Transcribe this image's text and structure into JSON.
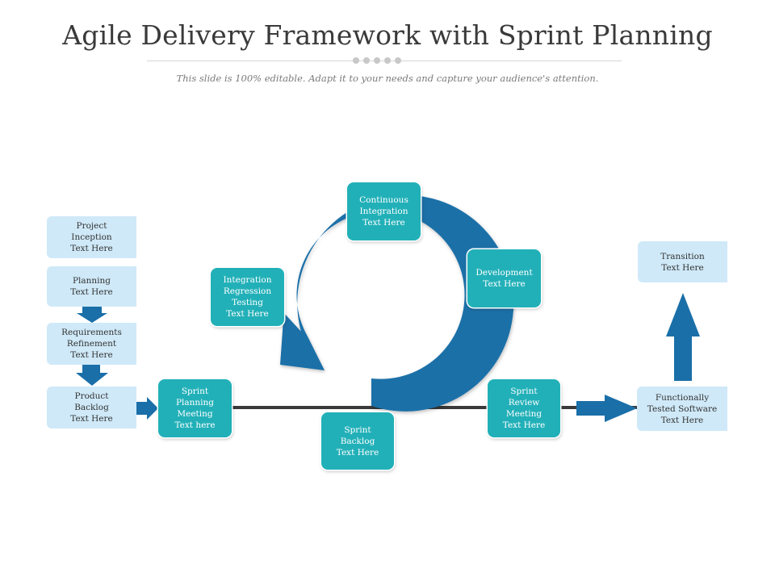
{
  "title": "Agile Delivery Framework with Sprint Planning",
  "subtitle": "This slide is 100% editable. Adapt it to your needs and capture your audience's attention.",
  "colors": {
    "cycle_blue": "#1a6fa8",
    "teal_box": "#22b0b8",
    "light_box": "#cfe9f8",
    "timeline": "#3a3a3a"
  },
  "left_steps": [
    {
      "text": "Project\nInception\nText Here"
    },
    {
      "text": "Planning\nText Here"
    },
    {
      "text": "Requirements\nRefinement\nText Here"
    },
    {
      "text": "Product\nBacklog\nText Here"
    }
  ],
  "cycle_steps": {
    "continuous_integration": "Continuous\nIntegration\nText Here",
    "development": "Development\nText Here",
    "integration_regression": "Integration\nRegression\nTesting\nText Here"
  },
  "timeline_steps": {
    "sprint_planning": "Sprint\nPlanning\nMeeting\nText here",
    "sprint_backlog": "Sprint\nBacklog\nText Here",
    "sprint_review": "Sprint\nReview\nMeeting\nText Here"
  },
  "right_steps": {
    "functionally_tested": "Functionally\nTested Software\nText Here",
    "transition": "Transition\nText Here"
  }
}
